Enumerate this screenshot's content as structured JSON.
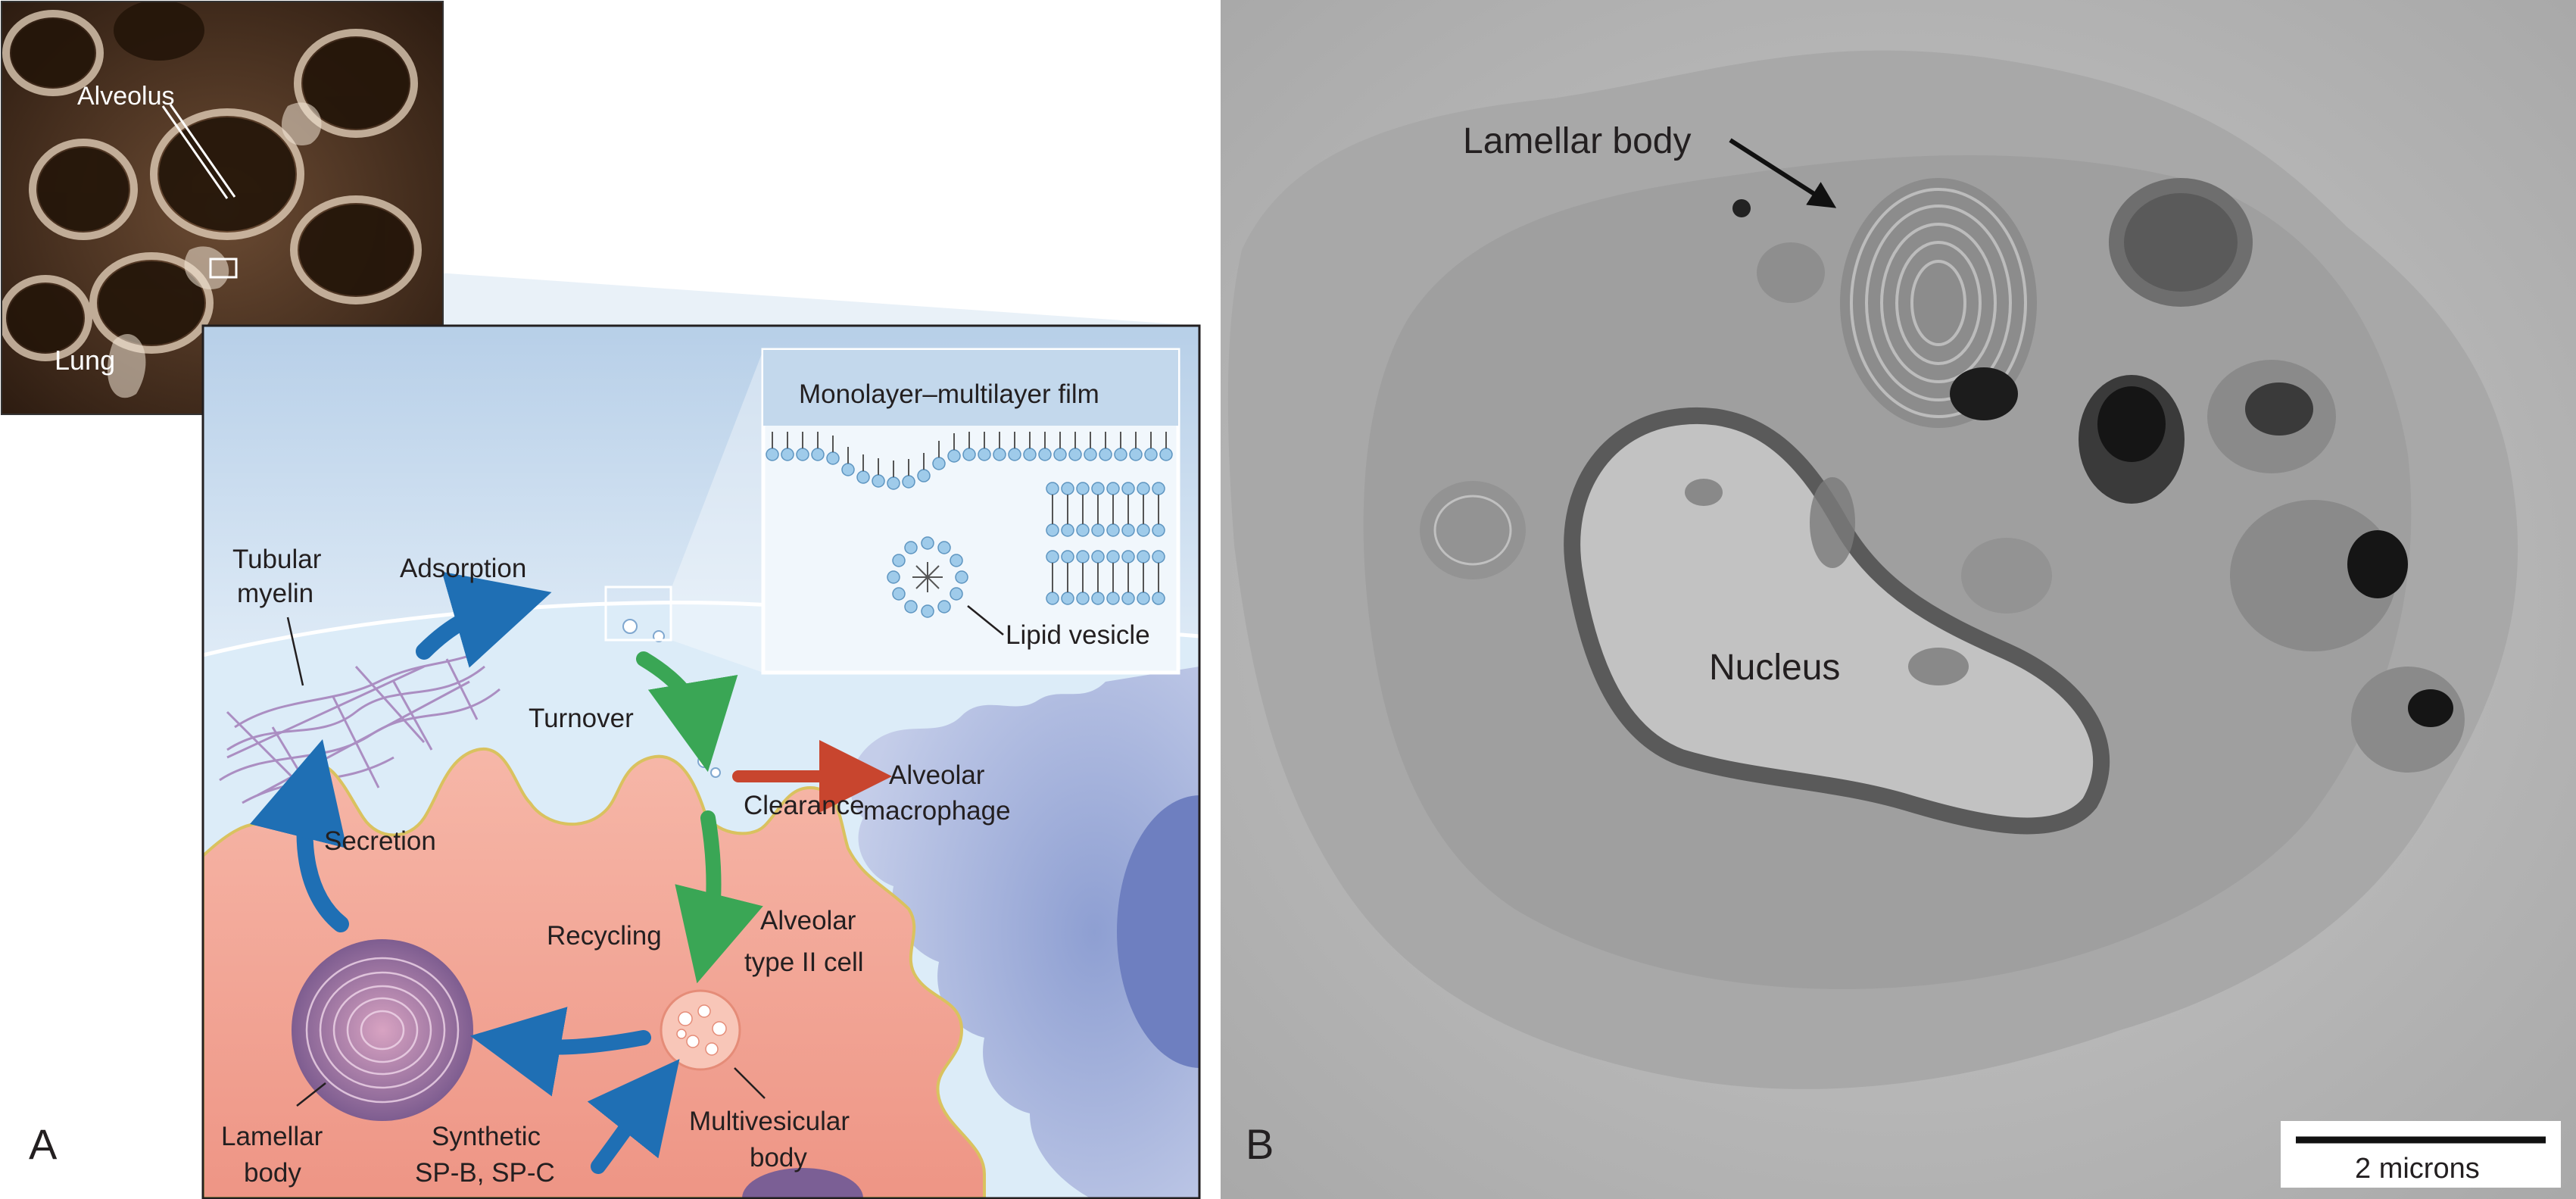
{
  "panel_a": {
    "panel_letter": "A",
    "photo_labels": {
      "alveolus": "Alveolus",
      "lung": "Lung"
    },
    "inset_title": "Monolayer–multilayer film",
    "lipid_vesicle": "Lipid vesicle",
    "tubular_myelin_1": "Tubular",
    "tubular_myelin_2": "myelin",
    "adsorption": "Adsorption",
    "turnover": "Turnover",
    "clearance": "Clearance",
    "macrophage_1": "Alveolar",
    "macrophage_2": "macrophage",
    "secretion": "Secretion",
    "recycling": "Recycling",
    "type2_1": "Alveolar",
    "type2_2": "type II cell",
    "lamellar_1": "Lamellar",
    "lamellar_2": "body",
    "synthetic_1": "Synthetic",
    "synthetic_2": "SP-B, SP-C",
    "multivesicular_1": "Multivesicular",
    "multivesicular_2": "body"
  },
  "panel_b": {
    "panel_letter": "B",
    "lamellar_body": "Lamellar body",
    "nucleus": "Nucleus",
    "scale_bar": "2 microns"
  },
  "colors": {
    "airspace": "#cfe1f1",
    "cell_pink": "#f3a99b",
    "macrophage": "#a9b6dc",
    "arrow_blue": "#1f6fb4",
    "arrow_green": "#3aa655",
    "arrow_red": "#c8452e",
    "em_gray": "#b6b6b6"
  }
}
